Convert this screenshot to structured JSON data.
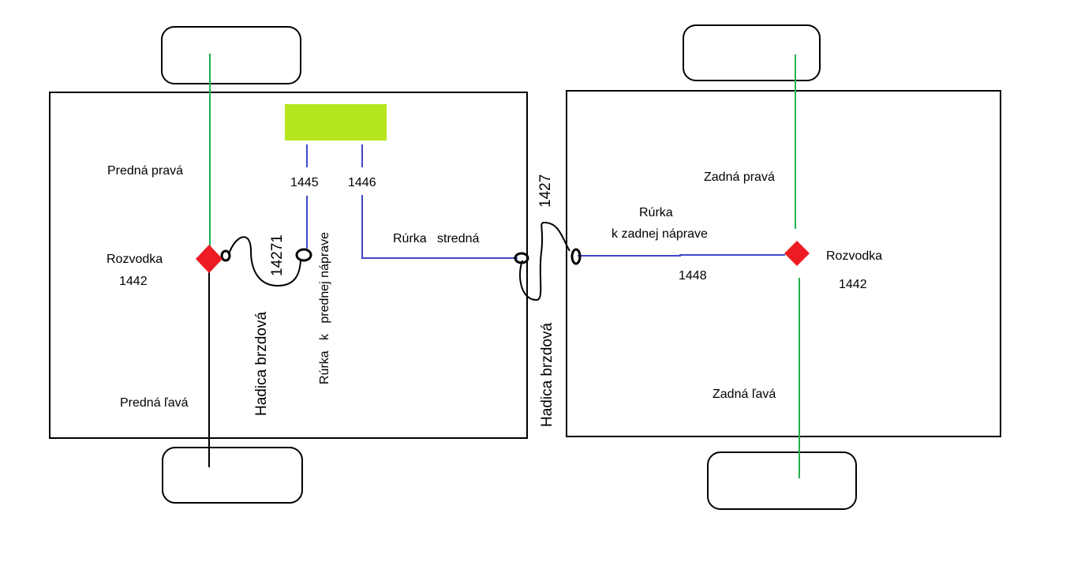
{
  "colors": {
    "green_line": "#22b14c",
    "blue_line": "#3f48cc",
    "valve_red": "#ed1c24",
    "master_cylinder": "#b5e61d",
    "outline": "#000000"
  },
  "front": {
    "right_label": "Predná pravá",
    "left_label": "Predná ľavá",
    "distributor_label": "Rozvodka",
    "distributor_number": "1442",
    "hose_number": "14271",
    "hose_label": "Hadica brzdová",
    "pipe_label": "Rúrka   k   prednej náprave"
  },
  "master": {
    "port_a": "1445",
    "port_b": "1446"
  },
  "middle": {
    "pipe_label": "Rúrka   stredná",
    "hose_number": "1427",
    "hose_label": "Hadica brzdová"
  },
  "rear": {
    "right_label": "Zadná pravá",
    "left_label": "Zadná ľavá",
    "distributor_label": "Rozvodka",
    "distributor_number": "1442",
    "pipe_label_line1": "Rúrka",
    "pipe_label_line2": "k zadnej náprave",
    "pipe_number": "1448"
  }
}
